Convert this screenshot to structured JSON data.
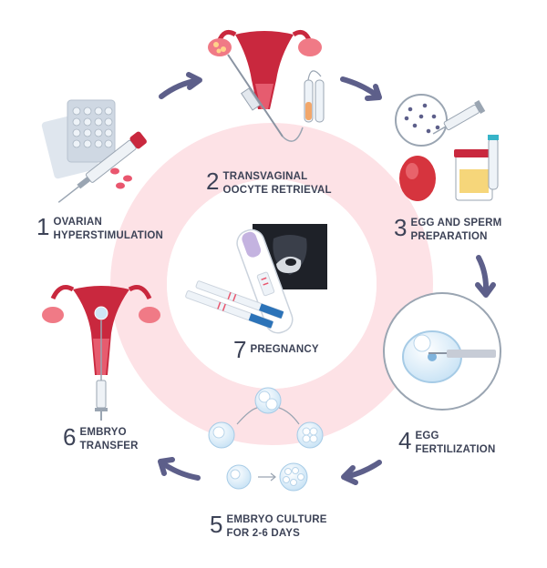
{
  "steps": [
    {
      "number": "1",
      "lines": [
        "OVARIAN",
        "HYPERSTIMULATION"
      ]
    },
    {
      "number": "2",
      "lines": [
        "TRANSVAGINAL",
        "OOCYTE RETRIEVAL"
      ]
    },
    {
      "number": "3",
      "lines": [
        "EGG AND SPERM",
        "PREPARATION"
      ]
    },
    {
      "number": "4",
      "lines": [
        "EGG",
        "FERTILIZATION"
      ]
    },
    {
      "number": "5",
      "lines": [
        "EMBRYO CULTURE",
        "FOR 2-6 DAYS"
      ]
    },
    {
      "number": "6",
      "lines": [
        "EMBRYO",
        "TRANSFER"
      ]
    },
    {
      "number": "7",
      "lines": [
        "PREGNANCY"
      ]
    }
  ],
  "colors": {
    "text": "#3d4357",
    "arrow": "#5d5f8a",
    "ring": "#fde2e6",
    "uterus": "#c9283e",
    "ovary": "#f07a86",
    "cell": "#cfe6f6"
  },
  "icons": [
    "uterus-icon",
    "ovary-icon",
    "pill-blister-icon",
    "syringe-icon",
    "needle-icon",
    "test-tube-icon",
    "petri-dish-icon",
    "sperm-icon",
    "sample-jar-icon",
    "egg-cell-icon",
    "micropipette-icon",
    "embryo-icon",
    "pregnancy-test-icon",
    "ultrasound-icon",
    "cycle-arrow-icon"
  ]
}
